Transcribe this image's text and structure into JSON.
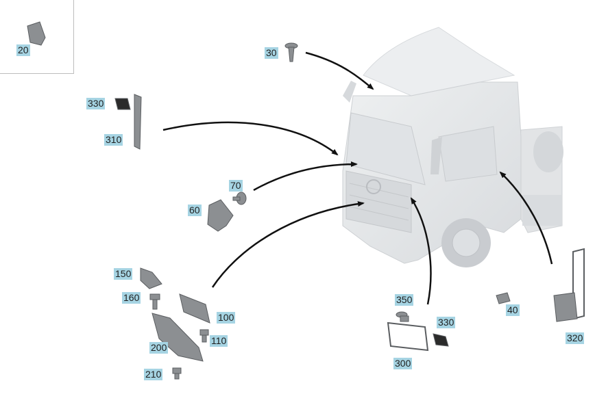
{
  "diagram": {
    "callouts": [
      {
        "id": "c20",
        "label": "20"
      },
      {
        "id": "c30",
        "label": "30"
      },
      {
        "id": "c330a",
        "label": "330"
      },
      {
        "id": "c310",
        "label": "310"
      },
      {
        "id": "c70",
        "label": "70"
      },
      {
        "id": "c60",
        "label": "60"
      },
      {
        "id": "c150",
        "label": "150"
      },
      {
        "id": "c160",
        "label": "160"
      },
      {
        "id": "c100",
        "label": "100"
      },
      {
        "id": "c110",
        "label": "110"
      },
      {
        "id": "c200",
        "label": "200"
      },
      {
        "id": "c210",
        "label": "210"
      },
      {
        "id": "c350",
        "label": "350"
      },
      {
        "id": "c330b",
        "label": "330"
      },
      {
        "id": "c300",
        "label": "300"
      },
      {
        "id": "c40",
        "label": "40"
      },
      {
        "id": "c320",
        "label": "320"
      }
    ]
  },
  "colors": {
    "callout_bg": "#a6d4e3",
    "arrow": "#111111",
    "truck_body": "#e6e8ea",
    "part_gray": "#8c8f92"
  }
}
